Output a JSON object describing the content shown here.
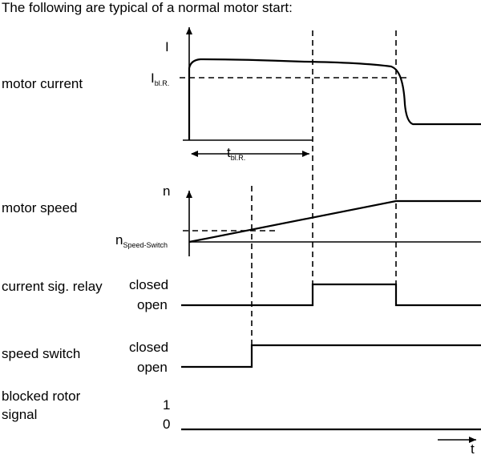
{
  "title": "The following are typical of a normal motor start:",
  "rows": {
    "motor_current": "motor current",
    "motor_speed": "motor speed",
    "current_sig_relay": "current sig. relay",
    "speed_switch": "speed switch",
    "blocked_rotor_line1": "blocked rotor",
    "blocked_rotor_line2": "signal"
  },
  "axes": {
    "current_axis": "I",
    "blocked_current_main": "I",
    "blocked_current_sub": "bl.R.",
    "blocked_time_main": "t",
    "blocked_time_sub": "bl.R.",
    "speed_axis": "n",
    "speed_switch_main": "n",
    "speed_switch_sub": "Speed-Switch",
    "time_axis": "t"
  },
  "states": {
    "relay_closed": "closed",
    "relay_open": "open",
    "switch_closed": "closed",
    "switch_open": "open",
    "signal_one": "1",
    "signal_zero": "0"
  }
}
